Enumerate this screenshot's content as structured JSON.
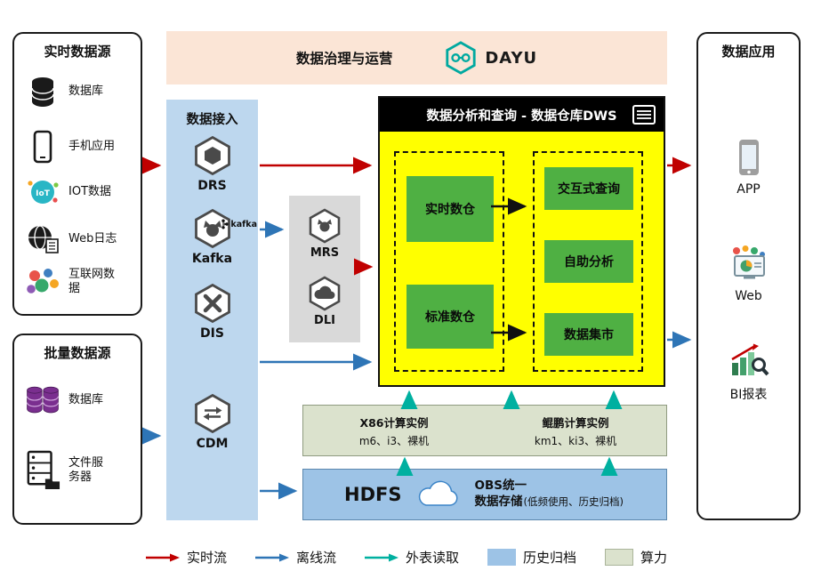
{
  "colors": {
    "realtime_flow": "#c00000",
    "offline_flow": "#2e75b6",
    "external_read": "#00b0a0",
    "archive_bg": "#9dc3e6",
    "compute_bg": "#dbe2cd",
    "ingest_bg": "#bdd7ee",
    "dws_bg": "#ffff00",
    "banner_bg": "#fbe5d6",
    "green_box": "#4fb043"
  },
  "realtime_sources": {
    "title": "实时数据源",
    "items": [
      {
        "label": "数据库",
        "icon": "database-icon"
      },
      {
        "label": "手机应用",
        "icon": "phone-icon"
      },
      {
        "label": "IOT数据",
        "icon": "iot-icon"
      },
      {
        "label": "Web日志",
        "icon": "web-log-icon"
      },
      {
        "label": "互联网数据",
        "icon": "internet-data-icon"
      }
    ]
  },
  "batch_sources": {
    "title": "批量数据源",
    "items": [
      {
        "label": "数据库",
        "icon": "purple-database-icon"
      },
      {
        "label": "文件服务器",
        "icon": "file-server-icon"
      }
    ]
  },
  "governance": {
    "title": "数据治理与运营",
    "logo_text": "DAYU"
  },
  "ingestion": {
    "title": "数据接入",
    "services": [
      {
        "label": "DRS"
      },
      {
        "label": "Kafka",
        "badge": "kafka"
      },
      {
        "label": "DIS"
      },
      {
        "label": "CDM"
      }
    ]
  },
  "processing": {
    "services": [
      {
        "label": "MRS"
      },
      {
        "label": "DLI"
      }
    ]
  },
  "dws": {
    "title": "数据分析和查询 - 数据仓库DWS",
    "warehouses": [
      {
        "label": "实时数仓"
      },
      {
        "label": "标准数仓"
      }
    ],
    "analytics": [
      {
        "label": "交互式查询"
      },
      {
        "label": "自助分析"
      },
      {
        "label": "数据集市"
      }
    ]
  },
  "compute": {
    "x86_title": "X86计算实例",
    "x86_spec": "m6、i3、裸机",
    "kunpeng_title": "鲲鹏计算实例",
    "kunpeng_spec": "km1、ki3、裸机"
  },
  "storage": {
    "hdfs": "HDFS",
    "obs_line1": "OBS统一",
    "obs_line2": "数据存储",
    "note": "(低频使用、历史归档)"
  },
  "applications": {
    "title": "数据应用",
    "items": [
      {
        "label": "APP",
        "icon": "app-phone-icon"
      },
      {
        "label": "Web",
        "icon": "web-monitor-icon"
      },
      {
        "label": "BI报表",
        "icon": "bi-report-icon"
      }
    ]
  },
  "legend": {
    "realtime": "实时流",
    "offline": "离线流",
    "external": "外表读取",
    "archive": "历史归档",
    "compute": "算力"
  }
}
